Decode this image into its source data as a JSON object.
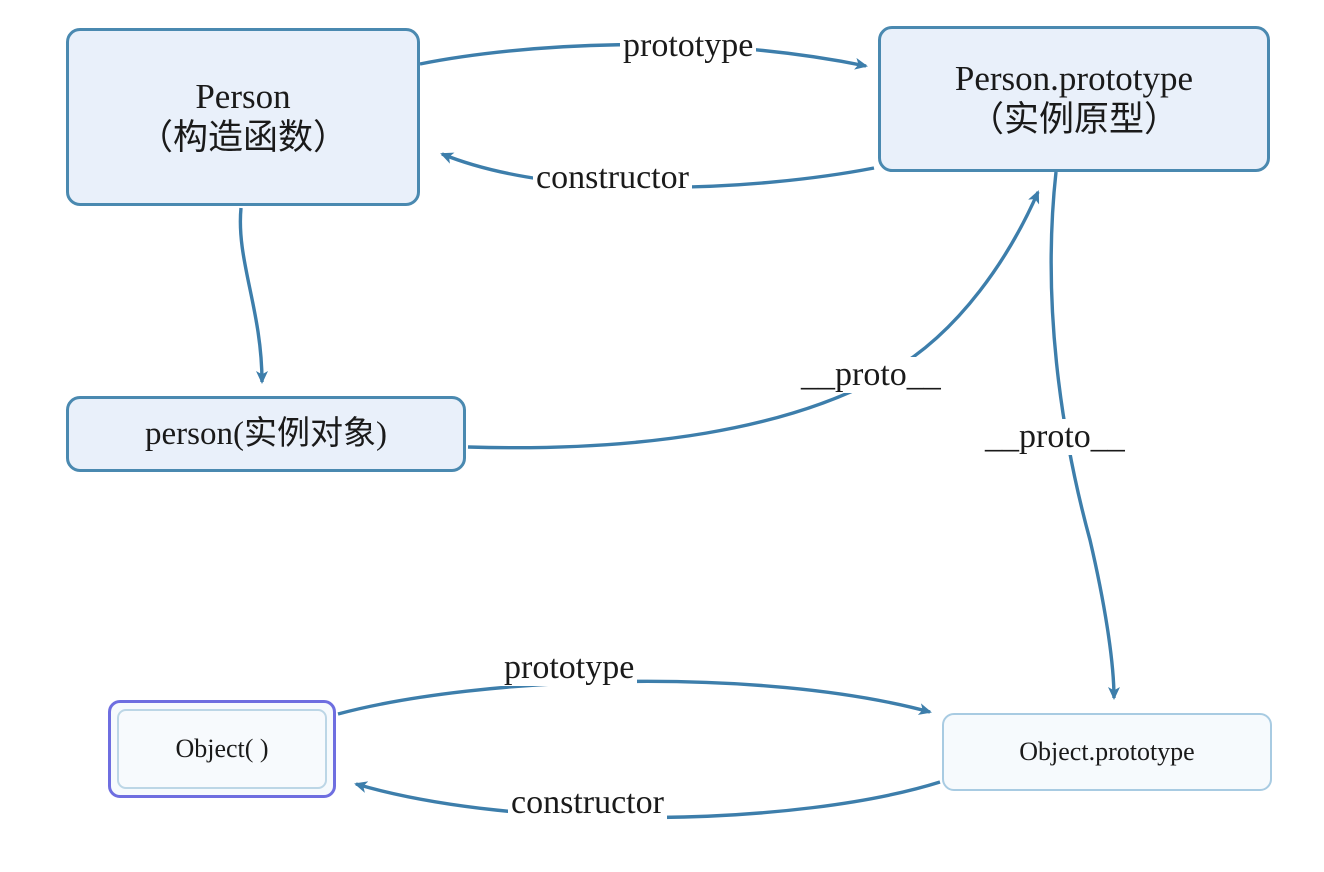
{
  "diagram": {
    "title": "JavaScript prototype chain diagram",
    "colors": {
      "edge": "#3d7eab",
      "node_fill": "#e9f0fa",
      "node_border": "#4a89b0",
      "light_fill": "#f6fafd",
      "light_border": "#a8cbe2",
      "double_border": "#6e6ee0",
      "text": "#1a1a1a",
      "background": "#ffffff"
    },
    "nodes": [
      {
        "id": "person",
        "label": "Person\n（构造函数）"
      },
      {
        "id": "person_proto",
        "label": "Person.prototype\n（实例原型）"
      },
      {
        "id": "person_inst",
        "label": "person(实例对象)"
      },
      {
        "id": "object",
        "label": "Object( )"
      },
      {
        "id": "object_proto",
        "label": "Object.prototype"
      }
    ],
    "edges": [
      {
        "id": "e1",
        "from": "person",
        "to": "person_proto",
        "label": "prototype"
      },
      {
        "id": "e2",
        "from": "person_proto",
        "to": "person",
        "label": "constructor"
      },
      {
        "id": "e3",
        "from": "person",
        "to": "person_inst",
        "label": ""
      },
      {
        "id": "e4",
        "from": "person_inst",
        "to": "person_proto",
        "label": "__proto__"
      },
      {
        "id": "e5",
        "from": "person_proto",
        "to": "object_proto",
        "label": "__proto__"
      },
      {
        "id": "e6",
        "from": "object",
        "to": "object_proto",
        "label": "prototype"
      },
      {
        "id": "e7",
        "from": "object_proto",
        "to": "object",
        "label": "constructor"
      }
    ]
  }
}
